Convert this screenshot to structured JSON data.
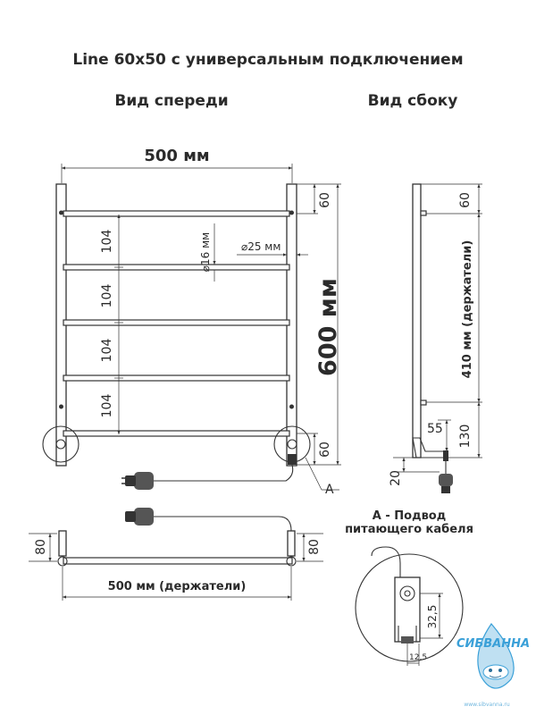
{
  "title": "Line 60х50 с универсальным подключением",
  "front_view_label": "Вид спереди",
  "side_view_label": "Вид сбоку",
  "front": {
    "width_label": "500 мм",
    "height_label": "600 мм",
    "top_offset": "60",
    "bottom_offset": "60",
    "spacing_1": "104",
    "spacing_2": "104",
    "spacing_3": "104",
    "spacing_4": "104",
    "pipe_diameter": "⌀16 мм",
    "pole_diameter": "⌀25 мм",
    "detail_marker": "A"
  },
  "side": {
    "top_offset": "60",
    "holder_span": "410 мм (держатели)",
    "bottom_a": "55",
    "bottom_b": "130",
    "cable_offset": "20"
  },
  "top_view": {
    "depth_left": "80",
    "depth_right": "80",
    "holders_label": "500 мм (держатели)"
  },
  "detail": {
    "title_line1": "А - Подвод",
    "title_line2": "питающего кабеля",
    "height": "32,5",
    "width": "12,5"
  },
  "logo": {
    "brand": "СИБВАННА",
    "website": "www.sibvanna.ru",
    "accent_color": "#3aa0d8"
  }
}
